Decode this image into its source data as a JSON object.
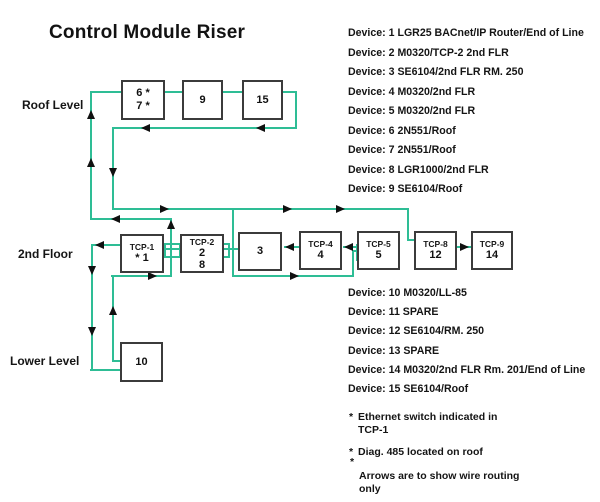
{
  "title": "Control Module Riser",
  "diagram": {
    "wire_color": "#2ebd95",
    "floor_labels": {
      "roof": "Roof Level",
      "second": "2nd Floor",
      "lower": "Lower Level"
    },
    "boxes": {
      "b67": {
        "line1": "6 *",
        "line2": "7 *"
      },
      "b9": "9",
      "b15": "15",
      "tcp1": {
        "title": "TCP-1",
        "num": "* 1"
      },
      "tcp2": {
        "title": "TCP-2",
        "line1": "2",
        "line2": "8"
      },
      "b3": "3",
      "tcp4": {
        "title": "TCP-4",
        "num": "4"
      },
      "tcp5": {
        "title": "TCP-5",
        "num": "5"
      },
      "tcp8": {
        "title": "TCP-8",
        "num": "12"
      },
      "tcp9": {
        "title": "TCP-9",
        "num": "14"
      },
      "b10": "10"
    }
  },
  "devices_top": [
    "Device: 1 LGR25 BACnet/IP Router/End of Line",
    "Device: 2 M0320/TCP-2 2nd FLR",
    "Device: 3 SE6104/2nd FLR RM. 250",
    "Device: 4 M0320/2nd FLR",
    "Device: 5 M0320/2nd FLR",
    "Device: 6 2N551/Roof",
    "Device: 7 2N551/Roof",
    "Device: 8 LGR1000/2nd FLR",
    "Device: 9 SE6104/Roof"
  ],
  "devices_bottom": [
    "Device: 10 M0320/LL-85",
    "Device: 11 SPARE",
    "Device: 12 SE6104/RM. 250",
    "Device: 13 SPARE",
    "Device: 14 M0320/2nd FLR Rm. 201/End of Line",
    "Device: 15 SE6104/Roof"
  ],
  "footnotes": {
    "fn1": {
      "marker": "*",
      "line1": "Ethernet switch indicated in",
      "line2": "TCP-1"
    },
    "fn2": {
      "marker": "*",
      "line1": "Diag. 485 located on roof"
    },
    "fn3": {
      "marker": "*",
      "line1": "Arrows are to show wire routing",
      "line2": "only"
    }
  }
}
